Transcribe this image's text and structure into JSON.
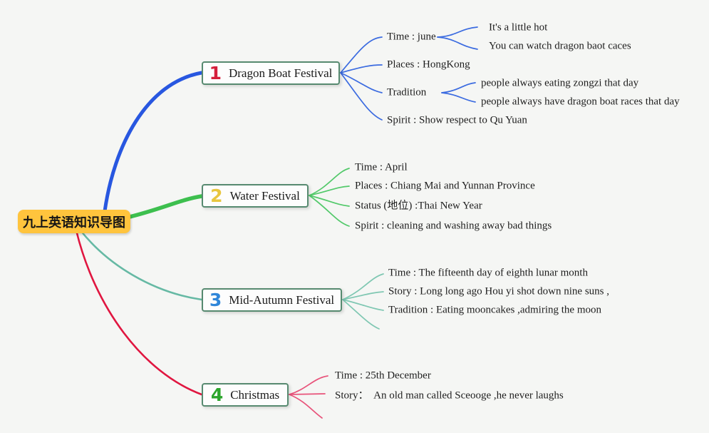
{
  "colors": {
    "background": "#f5f6f4",
    "center_bg": "#ffc43d",
    "node_border": "#578a70",
    "branch_blue": "#2857e0",
    "branch_green": "#3dbf4e",
    "branch_teal": "#66b9a4",
    "branch_red": "#e01640",
    "conn_blue": "#3b6be0",
    "conn_green": "#52c96a",
    "conn_teal": "#7fc7b2",
    "conn_red": "#e8537a",
    "number_1": "#d51f3c",
    "number_2": "#e8c63f",
    "number_3": "#2f86d9",
    "number_4": "#2ca52c"
  },
  "center": {
    "label": "九上英语知识导图"
  },
  "branches": [
    {
      "number": "1",
      "label": "Dragon Boat Festival",
      "items": [
        {
          "text": "Time : june",
          "children": [
            {
              "text": "It's a little hot"
            },
            {
              "text": "You can watch dragon baot caces"
            }
          ]
        },
        {
          "text": "Places : HongKong"
        },
        {
          "text": "Tradition",
          "children": [
            {
              "text": "people always eating zongzi that day"
            },
            {
              "text": "people always have dragon boat races that day"
            }
          ]
        },
        {
          "text": "Spirit : Show respect to Qu Yuan"
        }
      ]
    },
    {
      "number": "2",
      "label": "Water Festival",
      "items": [
        {
          "text": "Time : April"
        },
        {
          "text": "Places : Chiang Mai and Yunnan Province"
        },
        {
          "text": "Status (地位) :Thai New Year"
        },
        {
          "text": "Spirit : cleaning and washing away bad things"
        }
      ]
    },
    {
      "number": "3",
      "label": "Mid-Autumn Festival",
      "items": [
        {
          "text": "Time : The fifteenth day of eighth lunar month"
        },
        {
          "text": "Story : Long long ago Hou yi shot down nine suns ,"
        },
        {
          "text": "Tradition : Eating mooncakes ,admiring the moon"
        }
      ]
    },
    {
      "number": "4",
      "label": "Christmas",
      "items": [
        {
          "text": "Time : 25th December"
        },
        {
          "text": "Story：  An old man called Sceooge ,he never laughs"
        }
      ]
    }
  ]
}
